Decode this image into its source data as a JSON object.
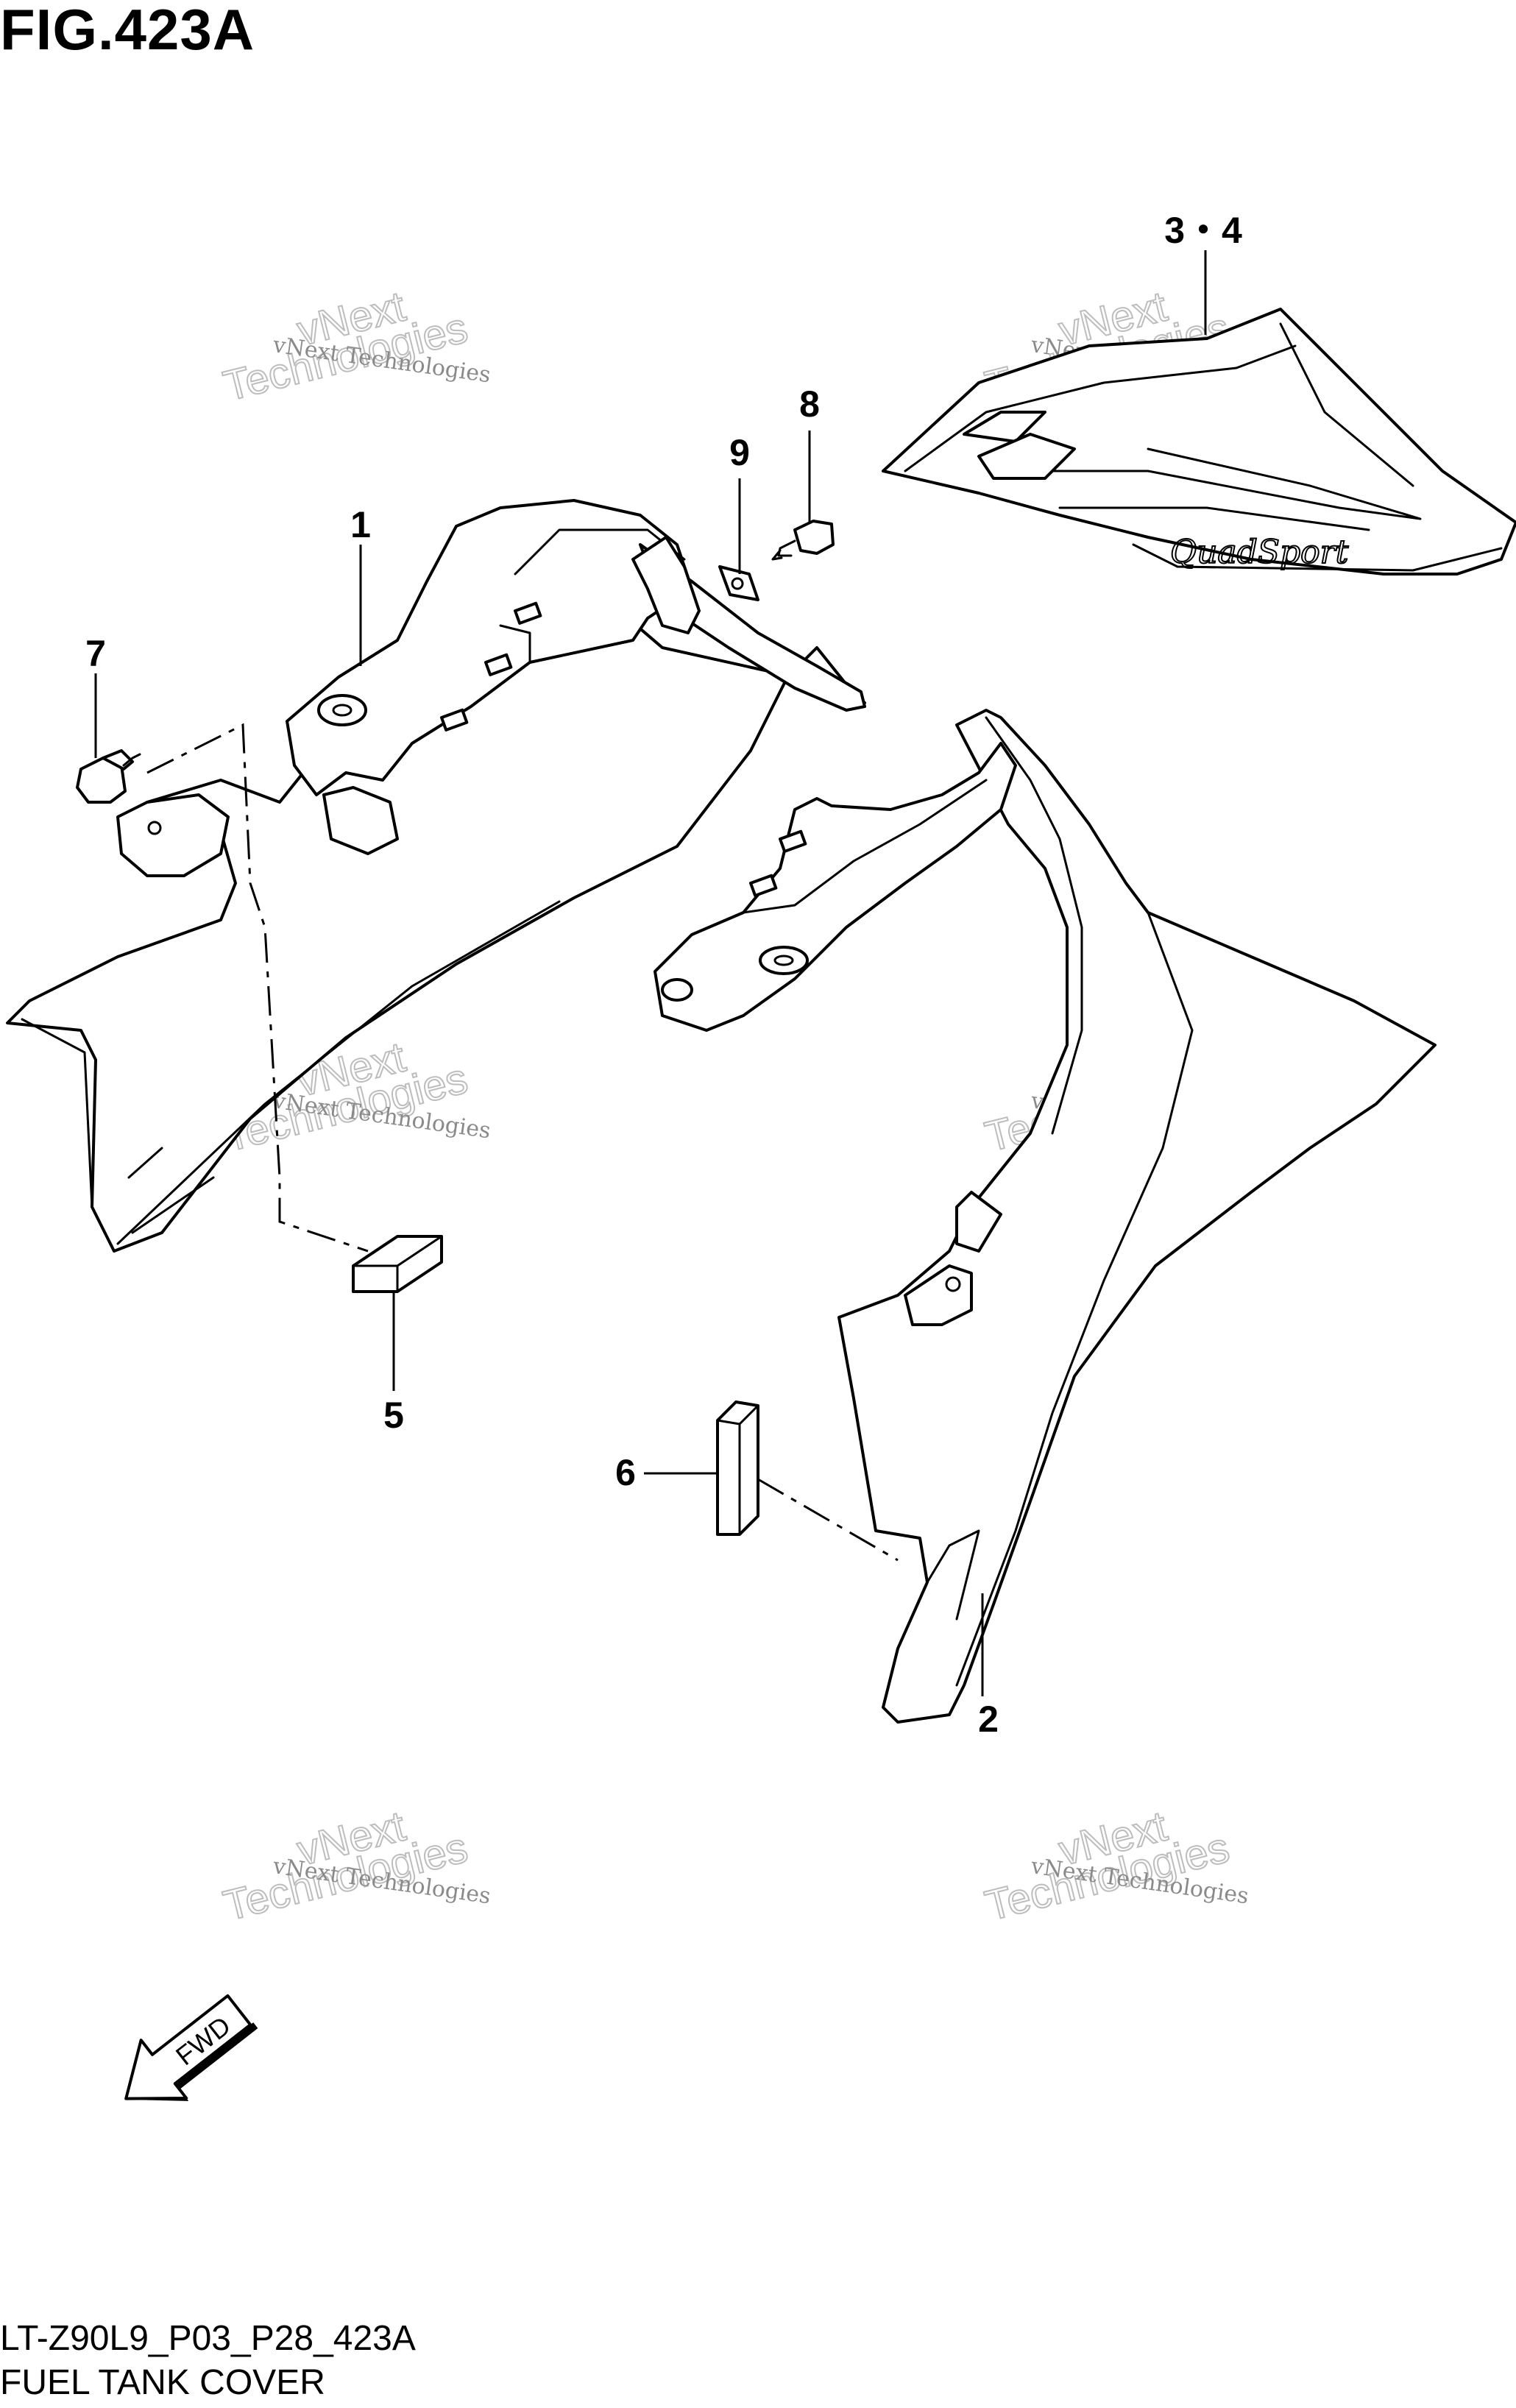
{
  "header": {
    "figure_title": "FIG.423A"
  },
  "footer": {
    "model_code": "LT-Z90L9_P03_P28_423A",
    "caption": "FUEL TANK COVER"
  },
  "callouts": {
    "part_1": "1",
    "part_2": "2",
    "part_3_4": "3・4",
    "part_5": "5",
    "part_6": "6",
    "part_7": "7",
    "part_8": "8",
    "part_9": "9"
  },
  "decal": {
    "brand_script": "QuadSport"
  },
  "direction_arrow": {
    "label": "FWD"
  },
  "watermark": {
    "line1": "vNext Technologies",
    "line2": "vNext",
    "line3": "Technologies"
  }
}
